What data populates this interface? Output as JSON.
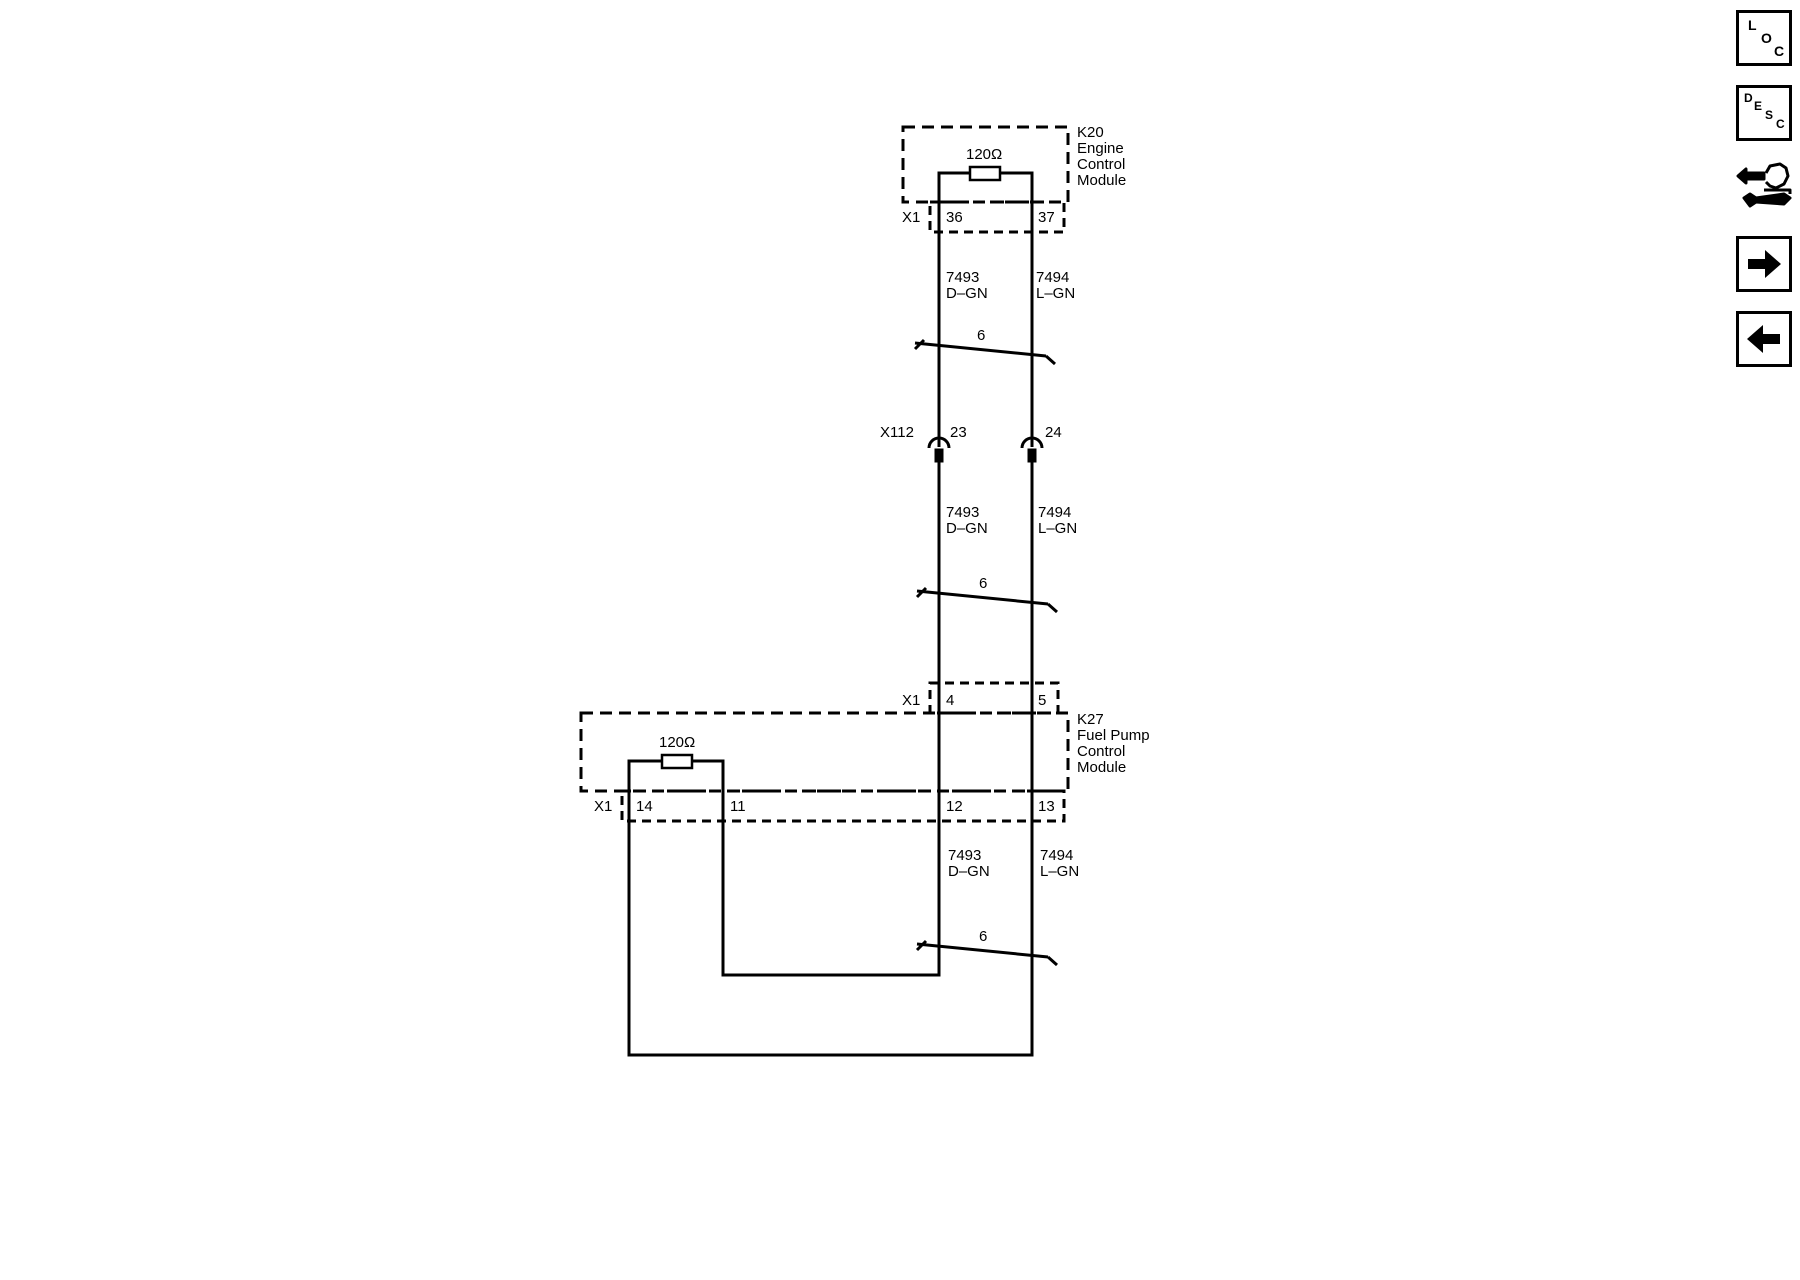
{
  "toolbar": {
    "loc_letters": [
      "L",
      "O",
      "C"
    ],
    "desc_letters": [
      "D",
      "E",
      "S",
      "C"
    ],
    "icons": [
      "loc-button",
      "desc-button",
      "tools-icon",
      "arrow-right-icon",
      "arrow-left-icon"
    ]
  },
  "colors": {
    "line": "#000000",
    "background": "#ffffff"
  },
  "k20": {
    "ref": "K20",
    "name_lines": [
      "Engine",
      "Control",
      "Module"
    ],
    "resistor": "120Ω",
    "connector": "X1",
    "pins": [
      "36",
      "37"
    ]
  },
  "wires_top": {
    "left": {
      "circuit": "7493",
      "color": "D–GN"
    },
    "right": {
      "circuit": "7494",
      "color": "L–GN"
    },
    "twist": "6"
  },
  "x112": {
    "connector": "X112",
    "pins": [
      "23",
      "24"
    ]
  },
  "wires_mid": {
    "left": {
      "circuit": "7493",
      "color": "D–GN"
    },
    "right": {
      "circuit": "7494",
      "color": "L–GN"
    },
    "twist": "6"
  },
  "k27_in": {
    "connector": "X1",
    "pins": [
      "4",
      "5"
    ]
  },
  "k27": {
    "ref": "K27",
    "name_lines": [
      "Fuel Pump",
      "Control",
      "Module"
    ],
    "resistor": "120Ω",
    "connector": "X1",
    "pins": [
      "14",
      "11",
      "12",
      "13"
    ]
  },
  "wires_bottom": {
    "left": {
      "circuit": "7493",
      "color": "D–GN"
    },
    "right": {
      "circuit": "7494",
      "color": "L–GN"
    },
    "twist": "6"
  }
}
